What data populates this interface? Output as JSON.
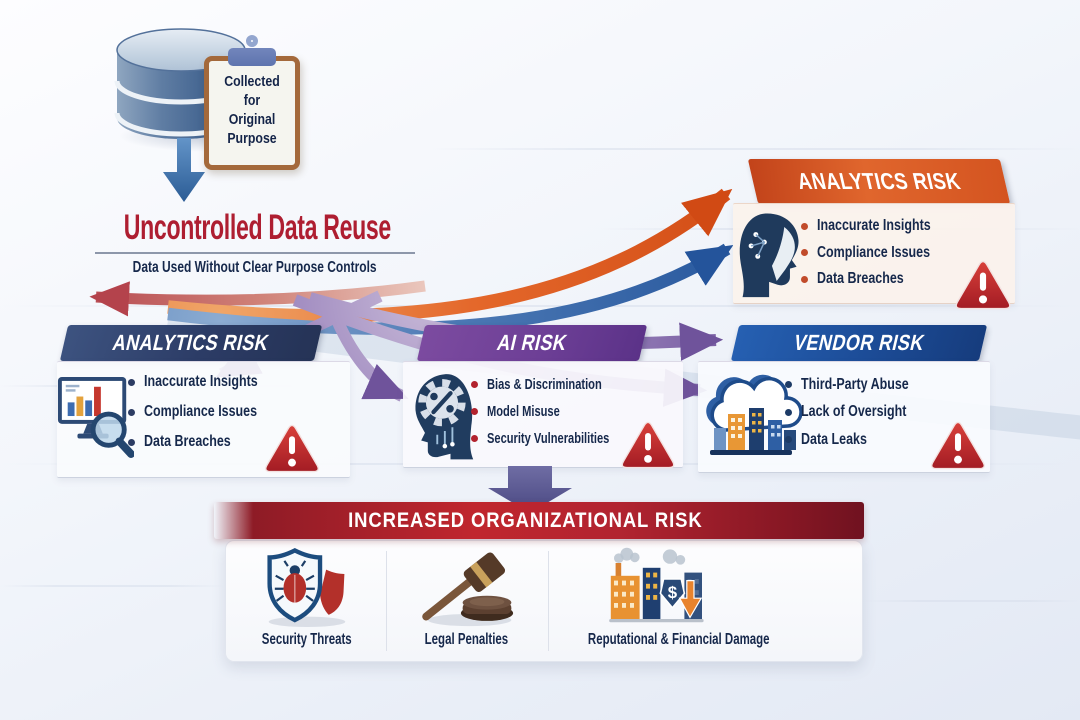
{
  "page": {
    "title": "Uncontrolled Data Reuse Infographic"
  },
  "source": {
    "clipboard_lines": [
      "Collected",
      "for",
      "Original",
      "Purpose"
    ]
  },
  "headline": {
    "title": "Uncontrolled Data Reuse",
    "subtitle": "Data Used Without Clear Purpose Controls"
  },
  "risk_cards": [
    {
      "id": "analytics-top",
      "label": "ANALYTICS RISK",
      "accent": "#D4541F",
      "icon": "ai-head-icon",
      "items": [
        "Inaccurate Insights",
        "Compliance Issues",
        "Data Breaches"
      ]
    },
    {
      "id": "analytics-left",
      "label": "ANALYTICS RISK",
      "accent": "#2E3F66",
      "icon": "analytics-monitor-icon",
      "items": [
        "Inaccurate Insights",
        "Compliance Issues",
        "Data Breaches"
      ]
    },
    {
      "id": "ai-risk",
      "label": "AI RISK",
      "accent": "#6F4298",
      "icon": "ai-gear-head-icon",
      "items": [
        "Bias & Discrimination",
        "Model Misuse",
        "Security Vulnerabilities"
      ]
    },
    {
      "id": "vendor-risk",
      "label": "VENDOR RISK",
      "accent": "#1C4F9E",
      "icon": "vendor-cloud-icon",
      "items": [
        "Third-Party Abuse",
        "Lack of Oversight",
        "Data Leaks"
      ]
    }
  ],
  "outcome": {
    "banner": "INCREASED ORGANIZATIONAL RISK",
    "items": [
      {
        "label": "Security Threats",
        "icon": "shield-bug-icon"
      },
      {
        "label": "Legal Penalties",
        "icon": "gavel-icon"
      },
      {
        "label": "Reputational & Financial Damage",
        "icon": "financial-damage-icon"
      }
    ]
  },
  "icons": {
    "database-icon": "stacked blue cylinder database",
    "clipboard-icon": "brown clipboard with note",
    "warning-icon": "red triangle with exclamation mark",
    "ai-head-icon": "robotic head with circuits facing right",
    "analytics-monitor-icon": "monitor with bar chart and magnifier",
    "ai-gear-head-icon": "head silhouette with gear and percent",
    "vendor-cloud-icon": "cloud with city buildings",
    "shield-bug-icon": "shield with bug",
    "gavel-icon": "wooden gavel on block",
    "financial-damage-icon": "buildings with dollar tag and falling arrow"
  },
  "colors": {
    "title_red": "#AE1E31",
    "navy_text": "#16284B",
    "orange_banner": "#D4541F",
    "navy_banner": "#2E3F66",
    "purple_banner": "#6F4298",
    "blue_banner": "#1C4F9E",
    "outcome_red": "#B51F2B",
    "warning_red": "#C5252C"
  }
}
